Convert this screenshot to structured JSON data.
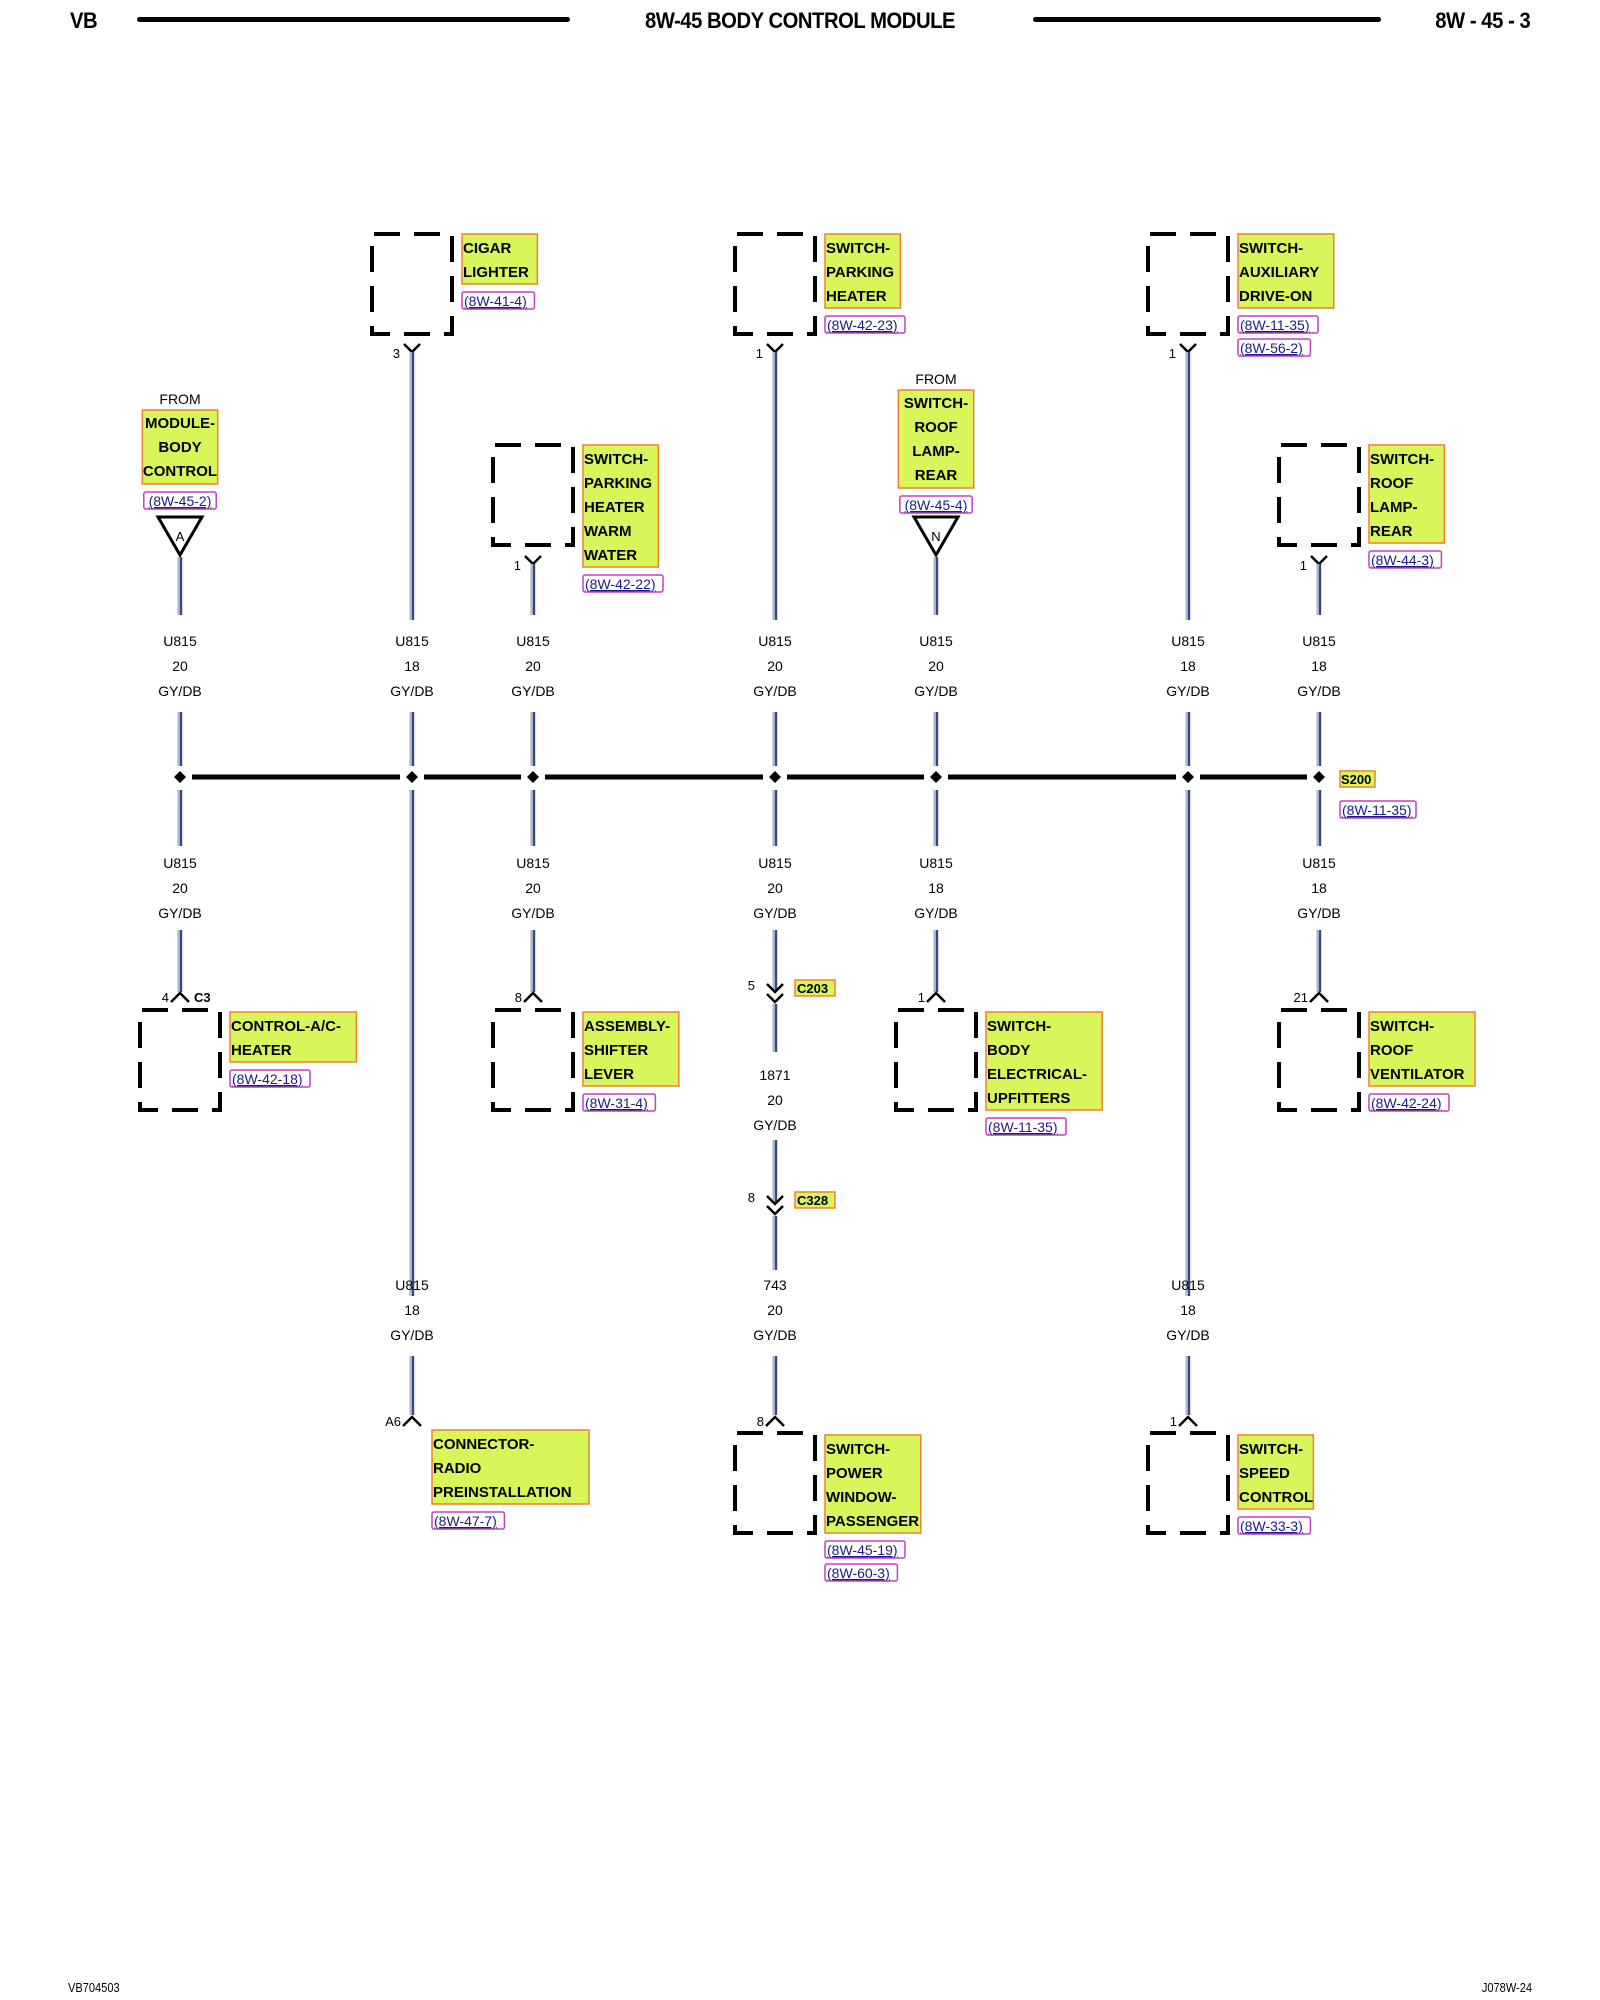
{
  "header": {
    "left": "VB",
    "title": "8W-45 BODY CONTROL MODULE",
    "right": "8W - 45 - 3"
  },
  "footer": {
    "left": "VB704503",
    "right": "J078W-24"
  },
  "colors": {
    "component_fill": "#d8f55a",
    "component_border": "#f08030",
    "ref_border": "#c040c0",
    "ref_text": "#1a1a8c",
    "wire_outer": "#a8b4c4",
    "wire_inner": "#1c2a6c",
    "bus": "#000000"
  },
  "splice": {
    "name": "S200",
    "ref": "(8W-11-35)"
  },
  "top_components": [
    {
      "id": "cigar-lighter",
      "type": "box",
      "lines": [
        "CIGAR",
        "LIGHTER"
      ],
      "refs": [
        "(8W-41-4)"
      ],
      "pin": "3"
    },
    {
      "id": "switch-parking-heater",
      "type": "box",
      "lines": [
        "SWITCH-",
        "PARKING",
        "HEATER"
      ],
      "refs": [
        "(8W-42-23)"
      ],
      "pin": "1"
    },
    {
      "id": "switch-auxiliary-drive-on",
      "type": "box",
      "lines": [
        "SWITCH-",
        "AUXILIARY",
        "DRIVE-ON"
      ],
      "refs": [
        "(8W-11-35)",
        "(8W-56-2)"
      ],
      "pin": "1"
    },
    {
      "id": "from-module-body-control",
      "type": "from",
      "from_label": "FROM",
      "lines": [
        "MODULE-",
        "BODY",
        "CONTROL"
      ],
      "refs": [
        "(8W-45-2)"
      ],
      "tag": "A"
    },
    {
      "id": "switch-parking-heater-warm-water",
      "type": "box",
      "lines": [
        "SWITCH-",
        "PARKING",
        "HEATER",
        "WARM",
        "WATER"
      ],
      "refs": [
        "(8W-42-22)"
      ],
      "pin": "1"
    },
    {
      "id": "from-switch-roof-lamp-rear",
      "type": "from",
      "from_label": "FROM",
      "lines": [
        "SWITCH-",
        "ROOF",
        "LAMP-",
        "REAR"
      ],
      "refs": [
        "(8W-45-4)"
      ],
      "tag": "N"
    },
    {
      "id": "switch-roof-lamp-rear",
      "type": "box",
      "lines": [
        "SWITCH-",
        "ROOF",
        "LAMP-",
        "REAR"
      ],
      "refs": [
        "(8W-44-3)"
      ],
      "pin": "1"
    }
  ],
  "upper_wires": [
    {
      "circuit": "U815",
      "gauge": "20",
      "color": "GY/DB"
    },
    {
      "circuit": "U815",
      "gauge": "18",
      "color": "GY/DB"
    },
    {
      "circuit": "U815",
      "gauge": "20",
      "color": "GY/DB"
    },
    {
      "circuit": "U815",
      "gauge": "20",
      "color": "GY/DB"
    },
    {
      "circuit": "U815",
      "gauge": "20",
      "color": "GY/DB"
    },
    {
      "circuit": "U815",
      "gauge": "18",
      "color": "GY/DB"
    },
    {
      "circuit": "U815",
      "gauge": "18",
      "color": "GY/DB"
    }
  ],
  "lower_wires": [
    {
      "circuit": "U815",
      "gauge": "20",
      "color": "GY/DB"
    },
    {
      "circuit": "U815",
      "gauge": "20",
      "color": "GY/DB"
    },
    {
      "circuit": "U815",
      "gauge": "20",
      "color": "GY/DB"
    },
    {
      "circuit": "U815",
      "gauge": "18",
      "color": "GY/DB"
    },
    {
      "circuit": "U815",
      "gauge": "18",
      "color": "GY/DB"
    }
  ],
  "mid_wire": {
    "circuit": "1871",
    "gauge": "20",
    "color": "GY/DB"
  },
  "connectors": [
    {
      "name": "C203",
      "pin": "5"
    },
    {
      "name": "C328",
      "pin": "8"
    }
  ],
  "bottom_wires": [
    {
      "circuit": "U815",
      "gauge": "18",
      "color": "GY/DB"
    },
    {
      "circuit": "743",
      "gauge": "20",
      "color": "GY/DB"
    },
    {
      "circuit": "U815",
      "gauge": "18",
      "color": "GY/DB"
    }
  ],
  "middle_components": [
    {
      "id": "control-ac-heater",
      "lines": [
        "CONTROL-A/C-",
        "HEATER"
      ],
      "refs": [
        "(8W-42-18)"
      ],
      "pin": "4",
      "connector": "C3"
    },
    {
      "id": "assembly-shifter-lever",
      "lines": [
        "ASSEMBLY-",
        "SHIFTER",
        "LEVER"
      ],
      "refs": [
        "(8W-31-4)"
      ],
      "pin": "8"
    },
    {
      "id": "switch-body-electrical-upfitters",
      "lines": [
        "SWITCH-",
        "BODY",
        "ELECTRICAL-",
        "UPFITTERS"
      ],
      "refs": [
        "(8W-11-35)"
      ],
      "pin": "1"
    },
    {
      "id": "switch-roof-ventilator",
      "lines": [
        "SWITCH-",
        "ROOF",
        "VENTILATOR"
      ],
      "refs": [
        "(8W-42-24)"
      ],
      "pin": "21"
    }
  ],
  "bottom_components": [
    {
      "id": "connector-radio-preinstallation",
      "lines": [
        "CONNECTOR-",
        "RADIO",
        "PREINSTALLATION"
      ],
      "refs": [
        "(8W-47-7)"
      ],
      "pin": "A6",
      "nobox": true
    },
    {
      "id": "switch-power-window-passenger",
      "lines": [
        "SWITCH-",
        "POWER",
        "WINDOW-",
        "PASSENGER"
      ],
      "refs": [
        "(8W-45-19)",
        "(8W-60-3)"
      ],
      "pin": "8"
    },
    {
      "id": "switch-speed-control",
      "lines": [
        "SWITCH-",
        "SPEED",
        "CONTROL"
      ],
      "refs": [
        "(8W-33-3)"
      ],
      "pin": "1"
    }
  ]
}
